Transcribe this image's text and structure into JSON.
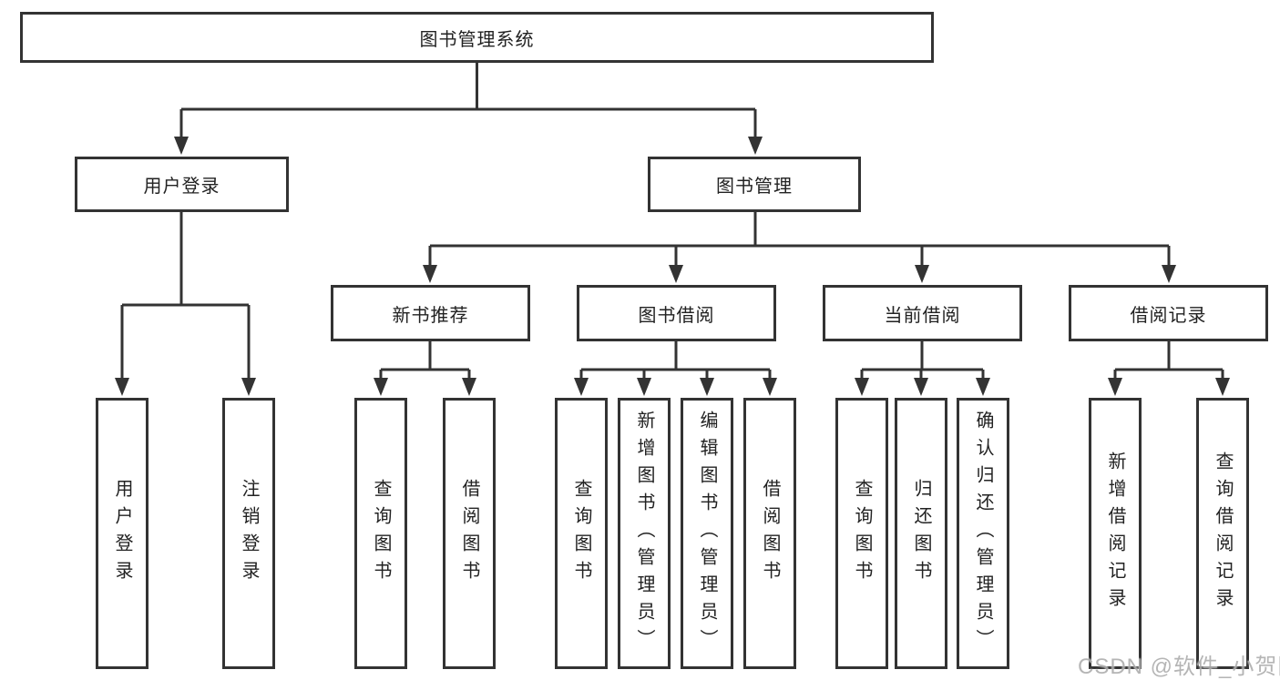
{
  "diagram": {
    "type": "hierarchy-tree",
    "title": "图书管理系统",
    "tree": {
      "label": "图书管理系统",
      "children": [
        {
          "label": "用户登录",
          "children": [
            {
              "label": "用户登录"
            },
            {
              "label": "注销登录"
            }
          ]
        },
        {
          "label": "图书管理",
          "children": [
            {
              "label": "新书推荐",
              "children": [
                {
                  "label": "查询图书"
                },
                {
                  "label": "借阅图书"
                }
              ]
            },
            {
              "label": "图书借阅",
              "children": [
                {
                  "label": "查询图书"
                },
                {
                  "label": "新增图书（管理员）"
                },
                {
                  "label": "编辑图书（管理员）"
                },
                {
                  "label": "借阅图书"
                }
              ]
            },
            {
              "label": "当前借阅",
              "children": [
                {
                  "label": "查询图书"
                },
                {
                  "label": "归还图书"
                },
                {
                  "label": "确认归还（管理员）"
                }
              ]
            },
            {
              "label": "借阅记录",
              "children": [
                {
                  "label": "新增借阅记录"
                },
                {
                  "label": "查询借阅记录"
                }
              ]
            }
          ]
        }
      ]
    }
  },
  "watermark": {
    "text": "CSDN @软件_小贺同学"
  },
  "colors": {
    "line": "#333333",
    "node_border": "#333333",
    "text": "#222222",
    "background": "#ffffff",
    "watermark": "#aeaeae"
  }
}
